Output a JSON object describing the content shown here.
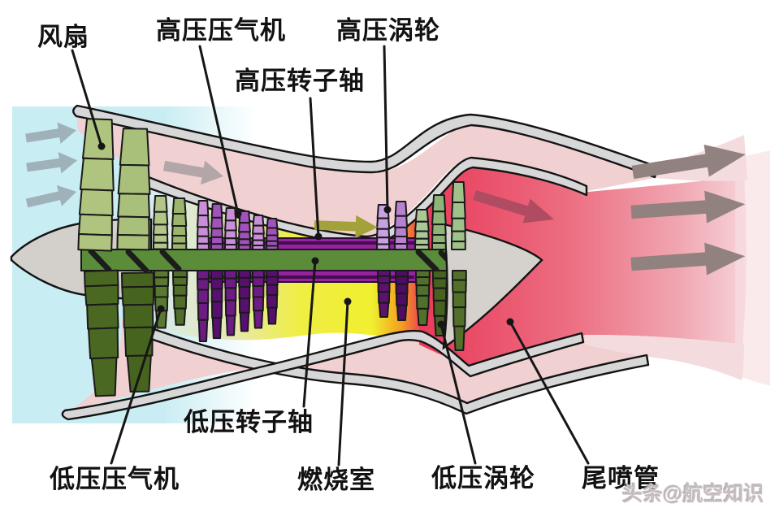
{
  "labels": {
    "fan": "风扇",
    "hp_compressor": "高压压气机",
    "hp_turbine": "高压涡轮",
    "hp_shaft": "高压转子轴",
    "lp_shaft": "低压转子轴",
    "lp_compressor": "低压压气机",
    "combustor": "燃烧室",
    "lp_turbine": "低压涡轮",
    "nozzle": "尾喷管"
  },
  "watermark": "头条@航空知识",
  "colors": {
    "intake_cyan": "#c8edf3",
    "bypass_pink": "#f0d2d3",
    "combustor_yellow": "#f0ef35",
    "transition_orange": "#f59d1f",
    "exhaust_red": "#e93a5a",
    "fan_blade_green": "#aec47f",
    "compressor_purple": "#c98fd8",
    "turbine_green": "#8fb477",
    "lp_shaft_green": "#5a8c39",
    "hp_shaft_purple": "#93249c",
    "casing_gray": "#d7d7d7"
  }
}
